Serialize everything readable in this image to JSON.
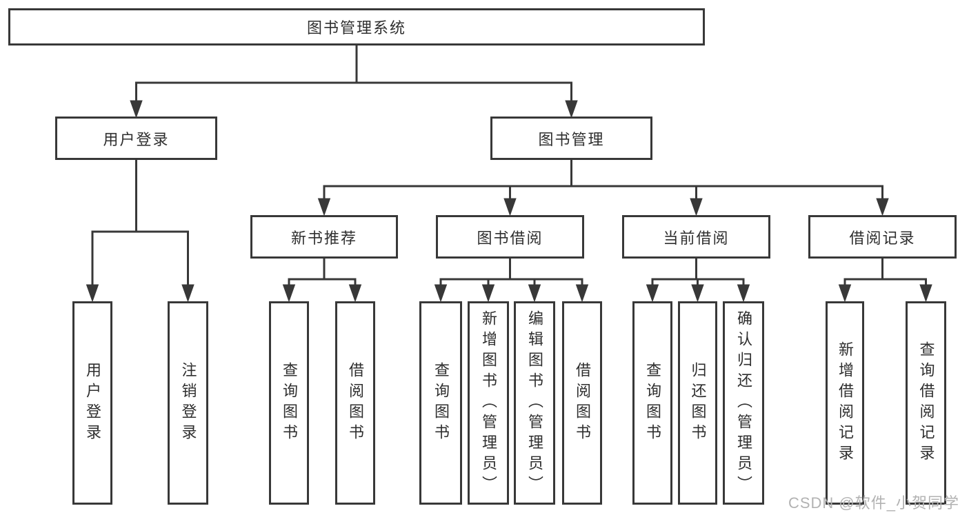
{
  "diagram": {
    "nodes": {
      "root": "图书管理系统",
      "user_login": "用户登录",
      "book_management": "图书管理",
      "new_book_recommendation": "新书推荐",
      "book_borrowing": "图书借阅",
      "current_borrowing": "当前借阅",
      "borrowing_records": "借阅记录",
      "leaf_user_login": "用户登录",
      "leaf_logout": "注销登录",
      "leaf_query_books_recommend": "查询图书",
      "leaf_borrow_books_recommend": "借阅图书",
      "leaf_query_books_borrow": "查询图书",
      "leaf_add_books_admin": "新增图书（管理员）",
      "leaf_edit_books_admin": "编辑图书（管理员）",
      "leaf_borrow_books_borrow": "借阅图书",
      "leaf_query_books_current": "查询图书",
      "leaf_return_books": "归还图书",
      "leaf_confirm_return_admin": "确认归还（管理员）",
      "leaf_add_borrow_record": "新增借阅记录",
      "leaf_query_borrow_record": "查询借阅记录"
    },
    "hierarchy": {
      "root": [
        "user_login",
        "book_management"
      ],
      "user_login": [
        "leaf_user_login",
        "leaf_logout"
      ],
      "book_management": [
        "new_book_recommendation",
        "book_borrowing",
        "current_borrowing",
        "borrowing_records"
      ],
      "new_book_recommendation": [
        "leaf_query_books_recommend",
        "leaf_borrow_books_recommend"
      ],
      "book_borrowing": [
        "leaf_query_books_borrow",
        "leaf_add_books_admin",
        "leaf_edit_books_admin",
        "leaf_borrow_books_borrow"
      ],
      "current_borrowing": [
        "leaf_query_books_current",
        "leaf_return_books",
        "leaf_confirm_return_admin"
      ],
      "borrowing_records": [
        "leaf_add_borrow_record",
        "leaf_query_borrow_record"
      ]
    }
  },
  "watermark": "CSDN @软件_小贺同学",
  "colors": {
    "line": "#383838",
    "text": "#2e2e2e",
    "node_fill": "#ffffff",
    "background": "#ffffff",
    "watermark": "#b2b2b2"
  }
}
